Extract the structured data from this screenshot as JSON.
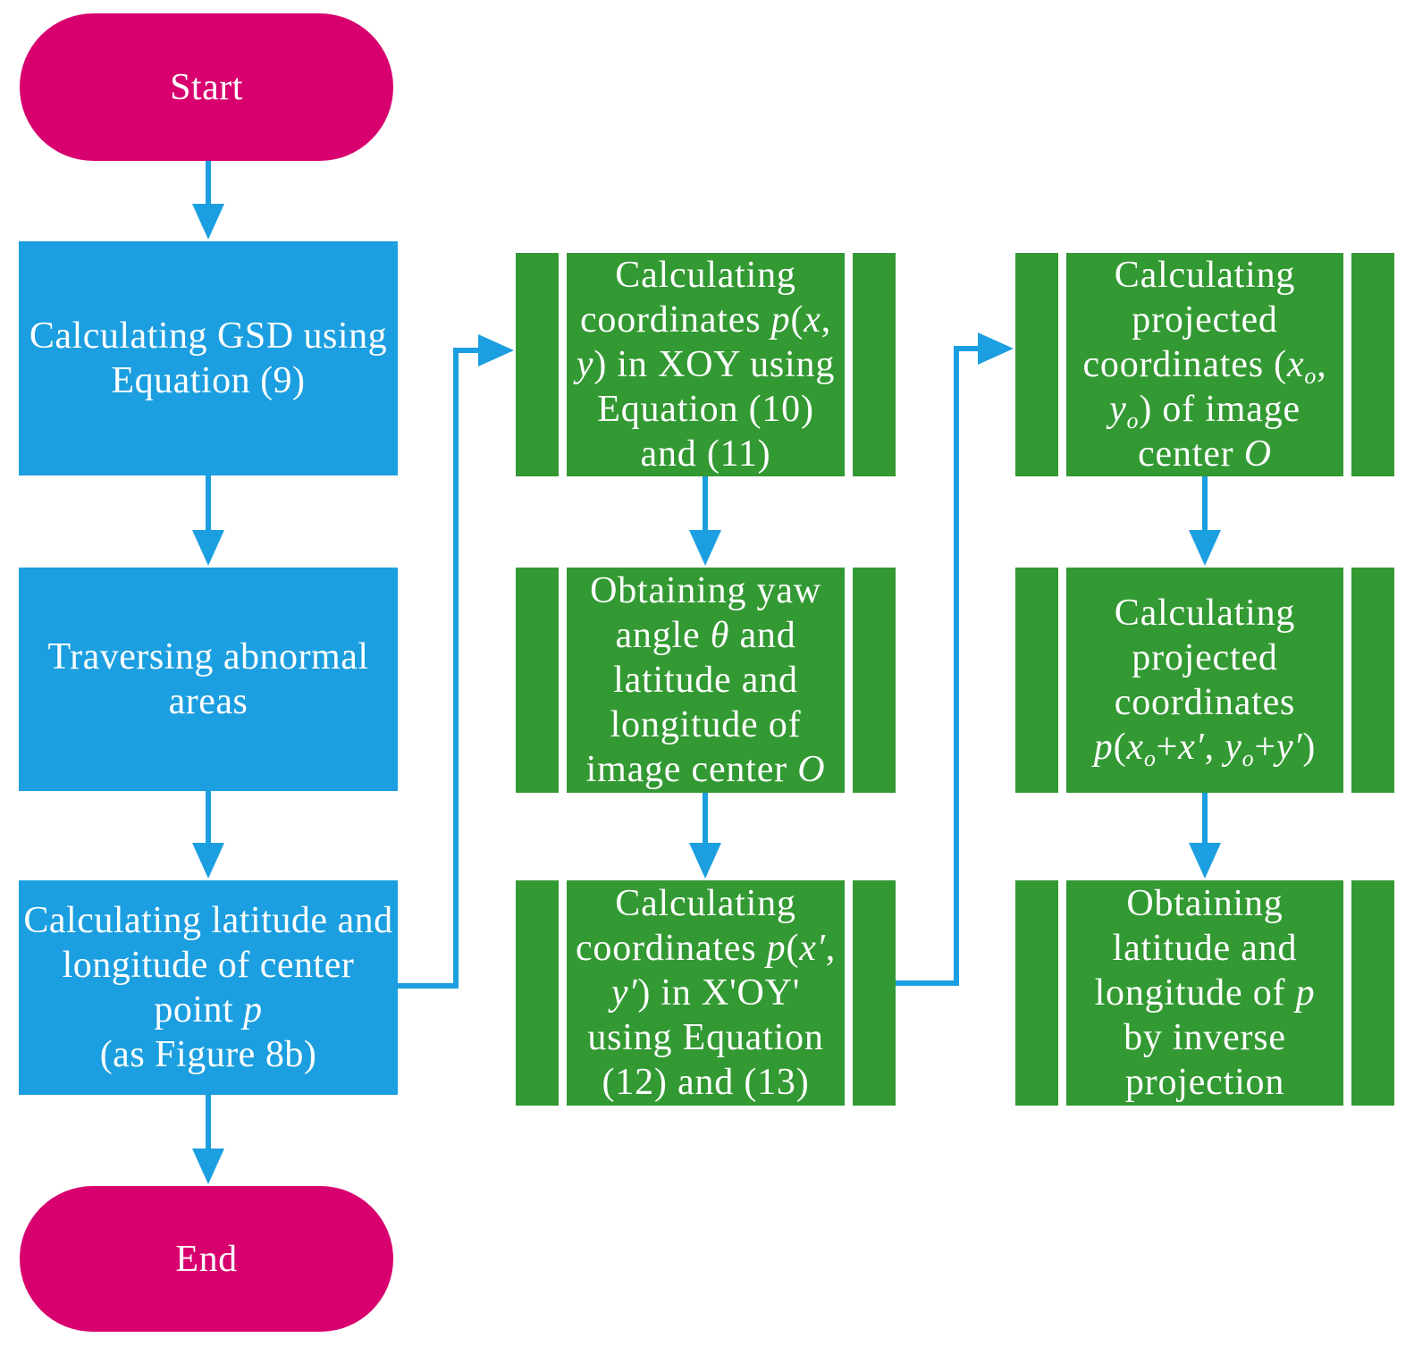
{
  "diagram": {
    "type": "flowchart",
    "colors": {
      "terminal_fill": "#d8006e",
      "process_fill": "#1c9fe0",
      "predefined_fill": "#339933",
      "arrow": "#1c9fe0",
      "text": "#ffffff",
      "background": "#ffffff"
    },
    "nodes": {
      "start": {
        "shape": "terminal",
        "segments": [
          {
            "t": "Start"
          }
        ]
      },
      "calc_gsd": {
        "shape": "process",
        "segments": [
          {
            "t": "Calculating GSD using Equation (9)"
          }
        ]
      },
      "traverse": {
        "shape": "process",
        "segments": [
          {
            "t": "Traversing abnormal areas"
          }
        ]
      },
      "calc_center": {
        "shape": "process",
        "segments": [
          {
            "t": "Calculating latitude and longitude of center point "
          },
          {
            "t": "p",
            "i": true
          },
          {
            "br": true
          },
          {
            "t": "(as Figure 8b)"
          }
        ]
      },
      "end": {
        "shape": "terminal",
        "segments": [
          {
            "t": "End"
          }
        ]
      },
      "calc_xy": {
        "shape": "predefined",
        "segments": [
          {
            "t": "Calculating coordinates "
          },
          {
            "t": "p",
            "i": true
          },
          {
            "t": "("
          },
          {
            "t": "x",
            "i": true
          },
          {
            "t": ", "
          },
          {
            "t": "y",
            "i": true
          },
          {
            "t": ") in XOY using Equation (10) and (11)"
          }
        ]
      },
      "obtain_yaw": {
        "shape": "predefined",
        "segments": [
          {
            "t": "Obtaining yaw angle "
          },
          {
            "t": "θ",
            "i": true
          },
          {
            "t": " and latitude and longitude of image center "
          },
          {
            "t": "O",
            "i": true
          }
        ]
      },
      "calc_xpyp": {
        "shape": "predefined",
        "segments": [
          {
            "t": "Calculating coordinates "
          },
          {
            "t": "p",
            "i": true
          },
          {
            "t": "("
          },
          {
            "t": "x′",
            "i": true
          },
          {
            "t": ", "
          },
          {
            "t": "y′",
            "i": true
          },
          {
            "t": ") in X'OY' using Equation (12) and (13)"
          }
        ]
      },
      "calc_proj_center": {
        "shape": "predefined",
        "segments": [
          {
            "t": "Calculating projected coordinates ("
          },
          {
            "t": "x",
            "i": true
          },
          {
            "t": "o",
            "i": true,
            "sub": true
          },
          {
            "t": ", "
          },
          {
            "t": "y",
            "i": true
          },
          {
            "t": "o",
            "i": true,
            "sub": true
          },
          {
            "t": ") of image center "
          },
          {
            "t": "O",
            "i": true
          }
        ]
      },
      "calc_proj_p": {
        "shape": "predefined",
        "segments": [
          {
            "t": "Calculating projected coordinates "
          },
          {
            "t": "p",
            "i": true
          },
          {
            "t": "("
          },
          {
            "t": "x",
            "i": true
          },
          {
            "t": "o",
            "i": true,
            "sub": true
          },
          {
            "t": "+"
          },
          {
            "t": "x′",
            "i": true
          },
          {
            "t": ", "
          },
          {
            "t": "y",
            "i": true
          },
          {
            "t": "o",
            "i": true,
            "sub": true
          },
          {
            "t": "+"
          },
          {
            "t": "y′",
            "i": true
          },
          {
            "t": ")"
          }
        ]
      },
      "obtain_latlon": {
        "shape": "predefined",
        "segments": [
          {
            "t": "Obtaining latitude and longitude of "
          },
          {
            "t": "p",
            "i": true
          },
          {
            "t": " by inverse projection"
          }
        ]
      }
    },
    "edges": [
      {
        "from": "start",
        "to": "calc_gsd"
      },
      {
        "from": "calc_gsd",
        "to": "traverse"
      },
      {
        "from": "traverse",
        "to": "calc_center"
      },
      {
        "from": "calc_center",
        "to": "end"
      },
      {
        "from": "calc_center",
        "to": "calc_xy"
      },
      {
        "from": "calc_xy",
        "to": "obtain_yaw"
      },
      {
        "from": "obtain_yaw",
        "to": "calc_xpyp"
      },
      {
        "from": "calc_xpyp",
        "to": "calc_proj_center"
      },
      {
        "from": "calc_proj_center",
        "to": "calc_proj_p"
      },
      {
        "from": "calc_proj_p",
        "to": "obtain_latlon"
      }
    ]
  }
}
